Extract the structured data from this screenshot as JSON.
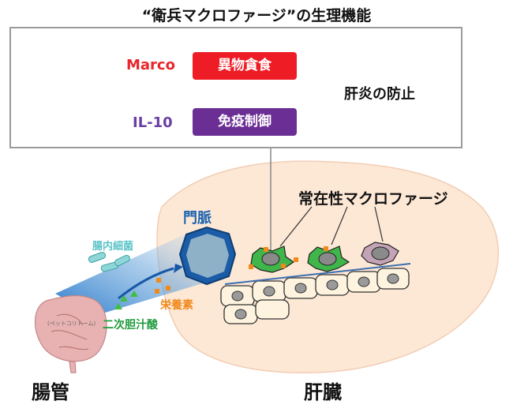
{
  "title": "“衛兵マクロファージ”の生理機能",
  "functions": {
    "marco_label": "Marco",
    "il10_label": "IL-10",
    "phagocytosis": "異物貪食",
    "immunoregulation": "免疫制御",
    "result": "肝炎の防止"
  },
  "labels": {
    "resident_macrophage": "常在性マクロファージ",
    "portal_vein": "門脈",
    "gut_bacteria": "腸内細菌",
    "nutrients": "栄養素",
    "secondary_bile_acid": "二次胆汁酸",
    "small_note": "(ペットコリトーム)",
    "intestine": "腸管",
    "liver": "肝臓"
  },
  "colors": {
    "marco": "#e8262b",
    "il10": "#6a3fa3",
    "phagocytosis_bg": "#ee1c25",
    "immunoregulation_bg": "#6b2e95",
    "portal": "#1b63b0",
    "bacteria": "#5bc4c8",
    "nutrients": "#f08a1c",
    "bile": "#1e9a3b",
    "liver_bg": "#fde8d6",
    "macrophage_green": "#3fb54a",
    "macrophage_mauve": "#c4a3b6"
  }
}
